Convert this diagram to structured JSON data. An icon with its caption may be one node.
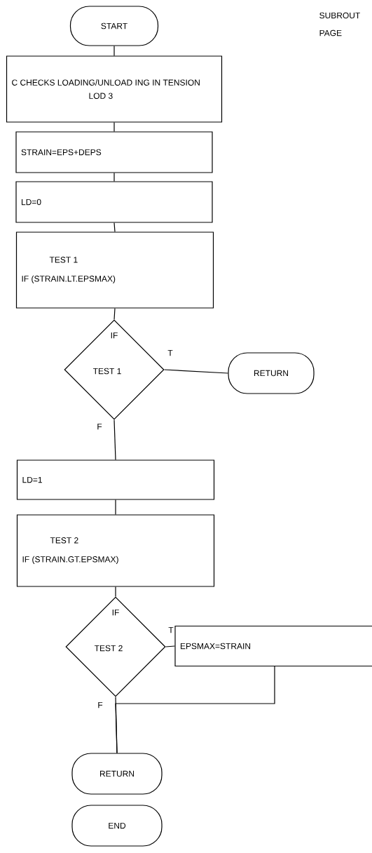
{
  "diagram": {
    "nodes": [
      {
        "text": [
          "START"
        ]
      },
      {
        "text": [
          "C CHECKS LOADING/UNLOAD ING IN TENSION",
          "LOD 3"
        ]
      },
      {
        "text": [
          "STRAIN=EPS+DEPS"
        ]
      },
      {
        "text": [
          "LD=0"
        ]
      },
      {
        "text": [
          "TEST 1",
          "IF (STRAIN.LT.EPSMAX)"
        ]
      },
      {
        "text": [
          "IF",
          "TEST 1"
        ]
      },
      {
        "text": [
          "RETURN"
        ]
      },
      {
        "text": [
          "LD=1"
        ]
      },
      {
        "text": [
          "TEST 2",
          "IF (STRAIN.GT.EPSMAX)"
        ]
      },
      {
        "text": [
          "IF",
          "TEST 2"
        ]
      },
      {
        "text": [
          "EPSMAX=STRAIN"
        ]
      },
      {
        "text": [
          "RETURN"
        ]
      },
      {
        "text": [
          "END"
        ]
      }
    ],
    "edges": [
      {
        "from": 0,
        "to": 1,
        "arrow": "none"
      },
      {
        "from": 1,
        "to": 2,
        "arrow": "none"
      },
      {
        "from": 2,
        "to": 3,
        "arrow": "none"
      },
      {
        "from": 3,
        "to": 4,
        "arrow": "none"
      },
      {
        "from": 4,
        "to": 5,
        "arrow": "none"
      },
      {
        "from": 5,
        "to": 6,
        "arrow": "none",
        "label": "T"
      },
      {
        "from": 5,
        "to": 7,
        "arrow": "none",
        "label": "F"
      },
      {
        "from": 7,
        "to": 8,
        "arrow": "none"
      },
      {
        "from": 8,
        "to": 9,
        "arrow": "none"
      },
      {
        "from": 9,
        "to": 10,
        "arrow": "none",
        "label": "T"
      },
      {
        "from": 9,
        "to": 11,
        "arrow": "none",
        "label": "F"
      },
      {
        "from": 10,
        "to": 11,
        "arrow": "none"
      }
    ],
    "labels": [
      "SUBROUT",
      "PAGE"
    ]
  }
}
